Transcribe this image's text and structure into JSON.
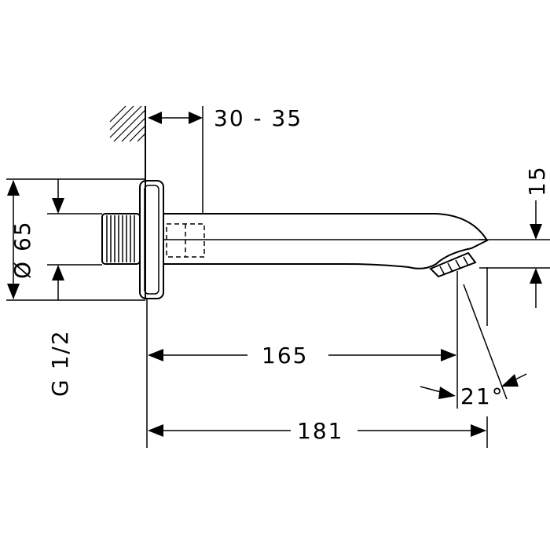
{
  "dimensions": {
    "wall_thickness": "30 - 35",
    "outlet_height": "15",
    "rosette_diameter": "Ø 65",
    "thread": "G 1/2",
    "projection_to_outlet": "165",
    "total_projection": "181",
    "outlet_angle": "21°"
  }
}
